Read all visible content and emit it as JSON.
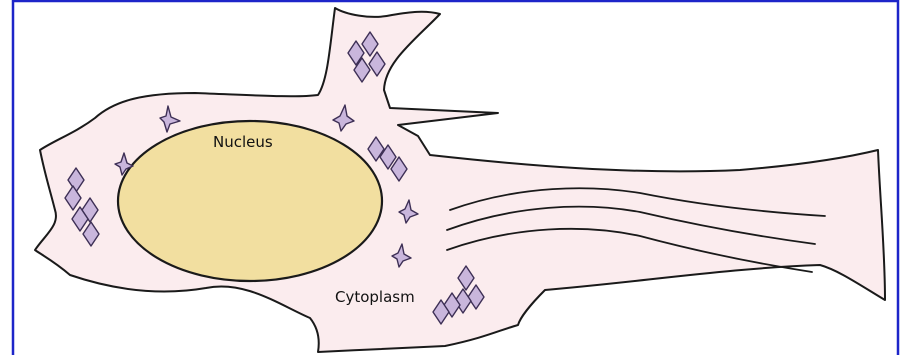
{
  "diagram": {
    "labels": {
      "nucleus": "Nucleus",
      "cytoplasm": "Cytoplasm"
    },
    "colors": {
      "frame_border": "#1d25c9",
      "cell_fill": "#fbecee",
      "cell_outline": "#1a1a1a",
      "nucleus_fill": "#f2dfa0",
      "granule_fill": "#c9b6dc",
      "granule_outline": "#3d2f55"
    },
    "shapes": [
      "cell-body",
      "nucleus",
      "granule-clusters",
      "cytoplasmic-fibers"
    ]
  }
}
